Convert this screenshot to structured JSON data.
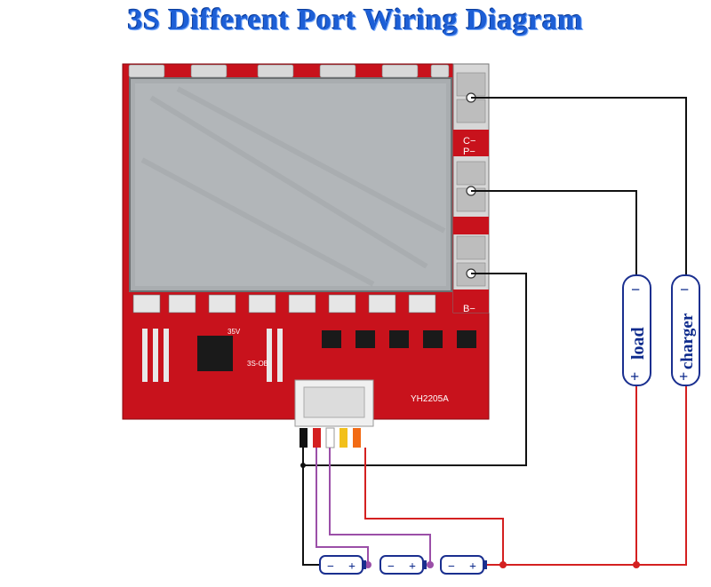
{
  "title": "3S Different Port Wiring Diagram",
  "colors": {
    "title": "#1d5fd6",
    "board": "#c8121c",
    "wire_black": "#111111",
    "wire_red": "#d42020",
    "wire_purple": "#9b4fa8",
    "device_outline": "#1a2f8f"
  },
  "board": {
    "port_labels": {
      "c_minus": "C−",
      "p_minus": "P−",
      "b_minus": "B−"
    },
    "model_code": "YH2205A",
    "silk_labels": [
      "35V",
      "3S-OB"
    ]
  },
  "devices": {
    "load": {
      "label": "load",
      "top_sign": "−",
      "bottom_sign": "+"
    },
    "charger": {
      "label": "charger",
      "top_sign": "−",
      "bottom_sign": "+"
    }
  },
  "cells": [
    {
      "neg": "−",
      "pos": "+"
    },
    {
      "neg": "−",
      "pos": "+"
    },
    {
      "neg": "−",
      "pos": "+"
    }
  ]
}
